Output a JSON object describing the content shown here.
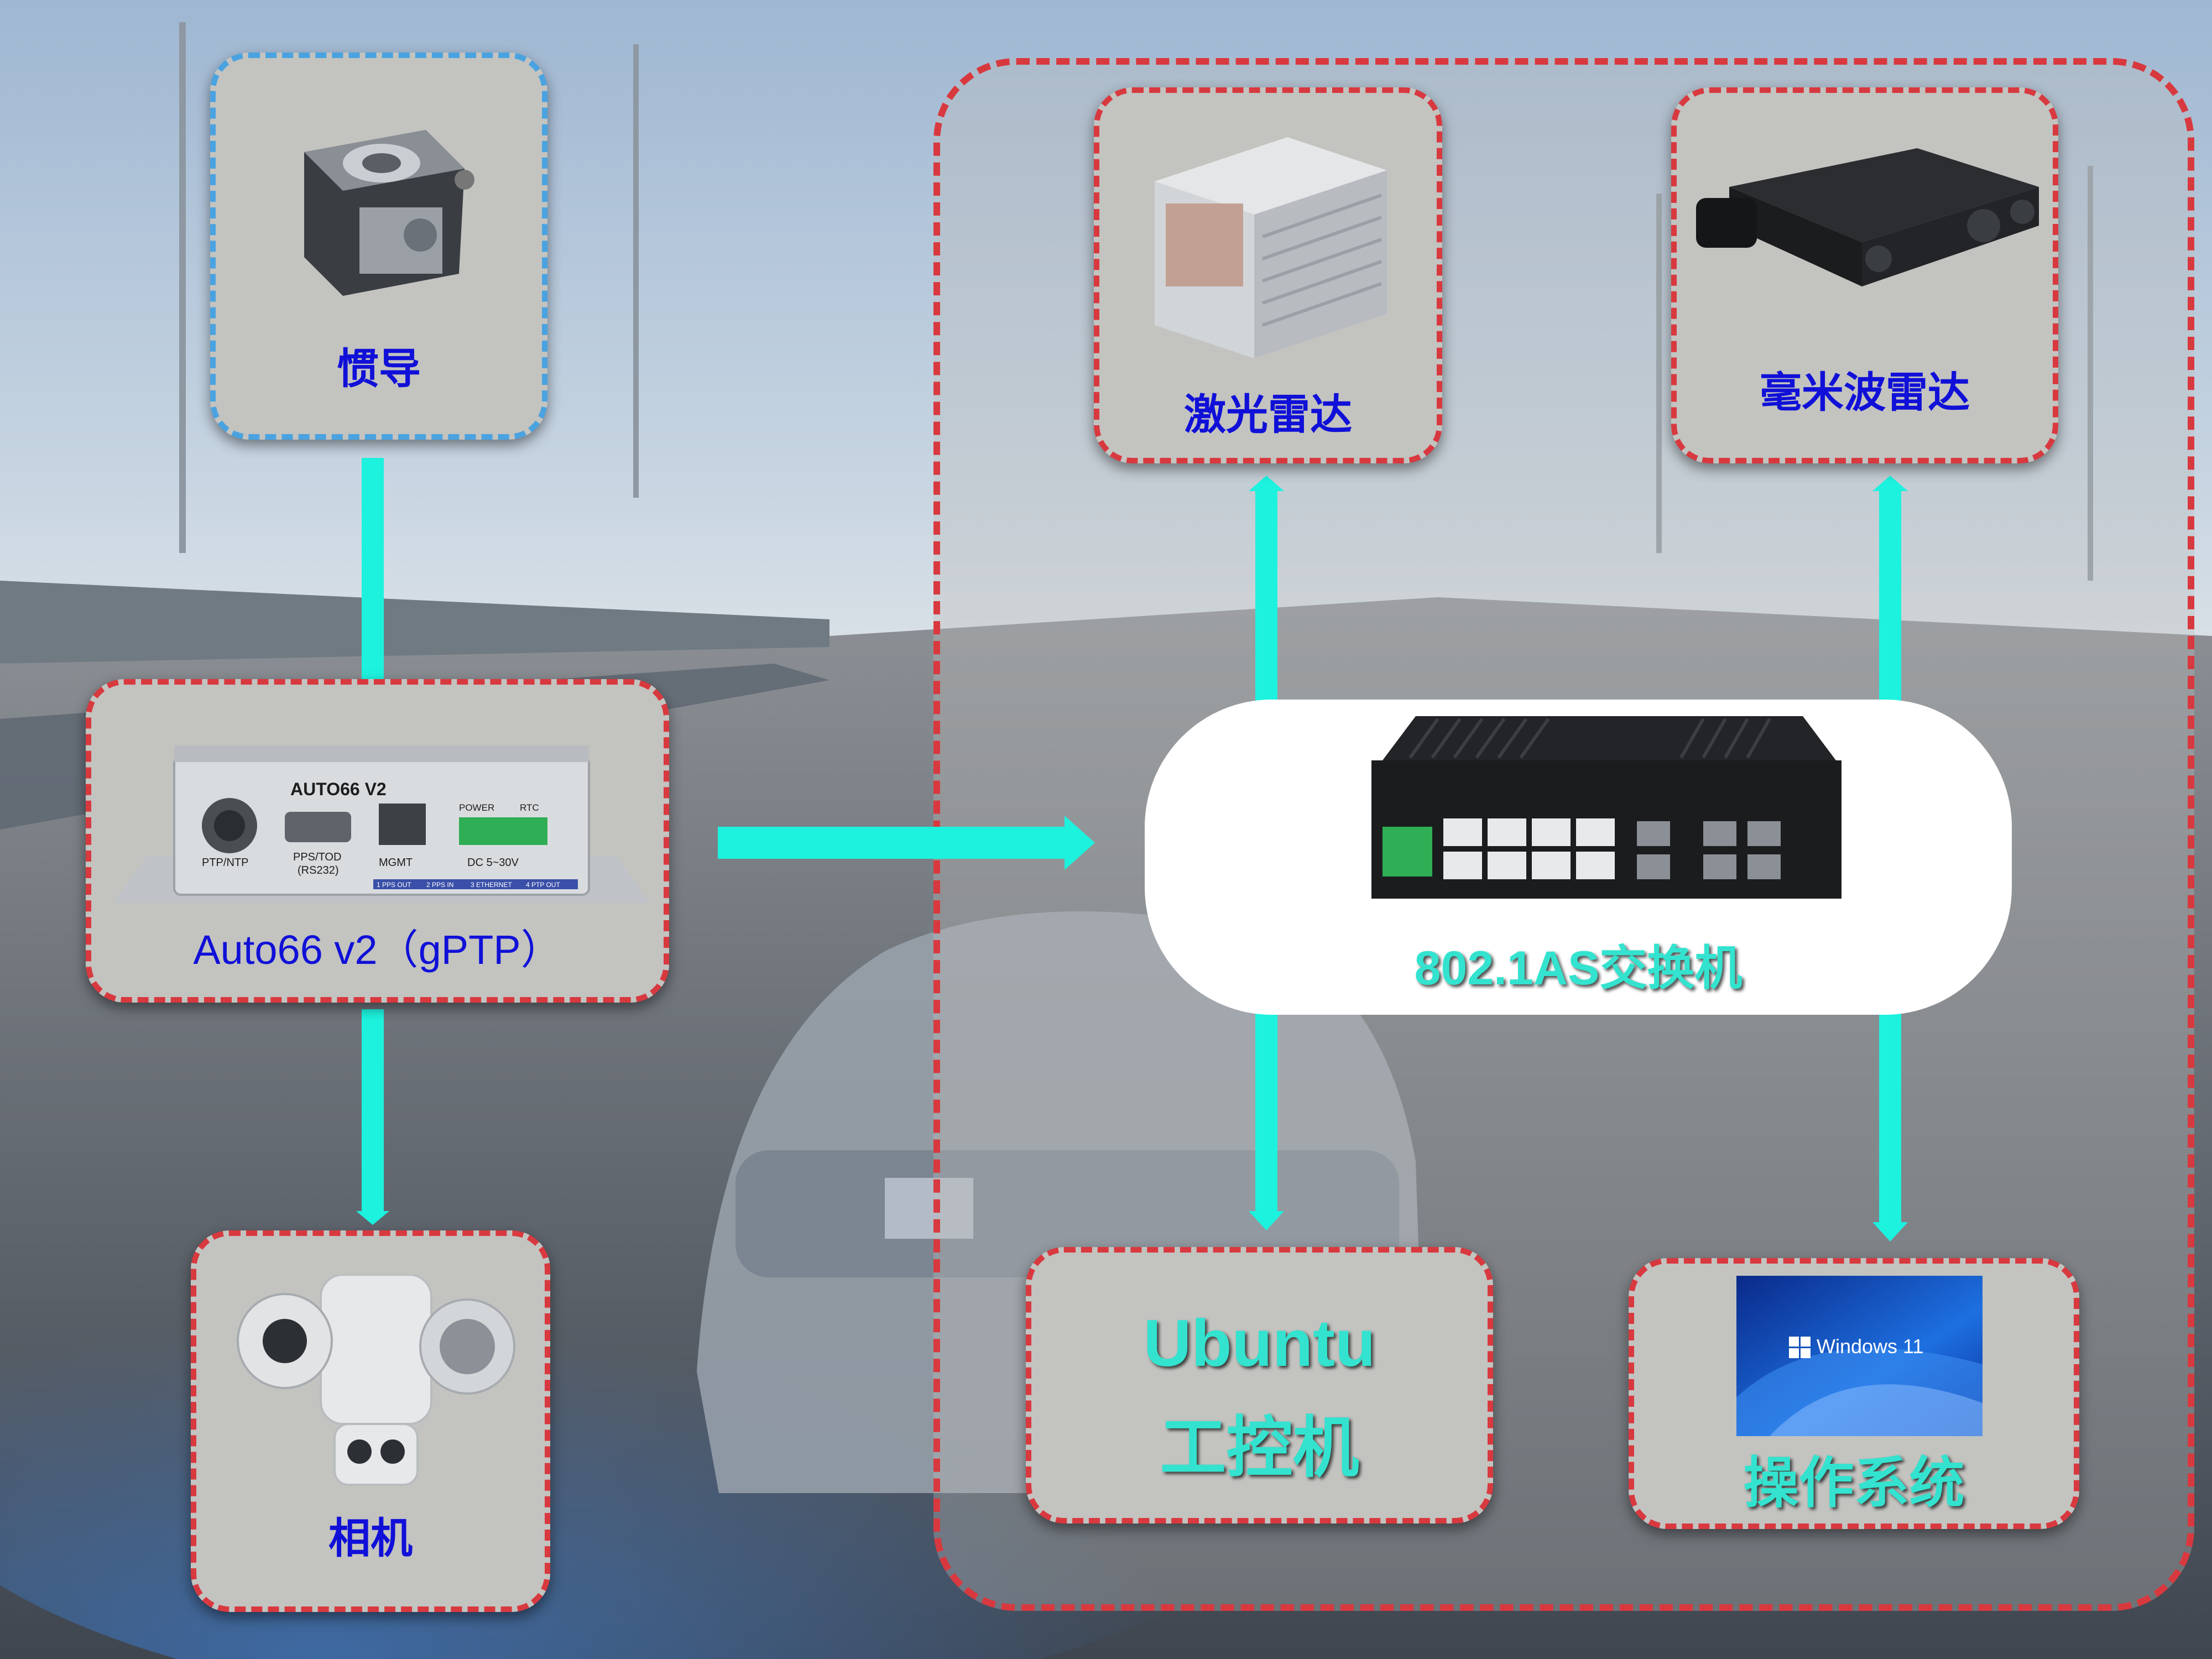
{
  "nodes": {
    "imu": "惯导",
    "auto66": "Auto66 v2（gPTP）",
    "camera": "相机",
    "lidar": "激光雷达",
    "radar": "毫米波雷达",
    "switch": "802.1AS交换机",
    "ubuntu_line1": "Ubuntu",
    "ubuntu_line2": "工控机",
    "os": "操作系统"
  },
  "device": {
    "model": "AUTO66 V2",
    "port_ptp": "PTP/NTP",
    "port_pps": "PPS/TOD",
    "port_pps_sub": "(RS232)",
    "port_mgmt": "MGMT",
    "power": "POWER",
    "rtc": "RTC",
    "dc": "DC 5~30V",
    "pin1": "1 PPS OUT",
    "pin2": "2 PPS IN",
    "pin3": "3 ETHERNET",
    "pin4": "4 PTP OUT"
  },
  "windows_logo_text": "Windows 11",
  "colors": {
    "node_border_red": "#d8393f",
    "node_border_blue": "#4aa3e0",
    "connector": "#1df2de",
    "label_blue": "#1010d8",
    "label_cyan": "#33e3cf"
  }
}
